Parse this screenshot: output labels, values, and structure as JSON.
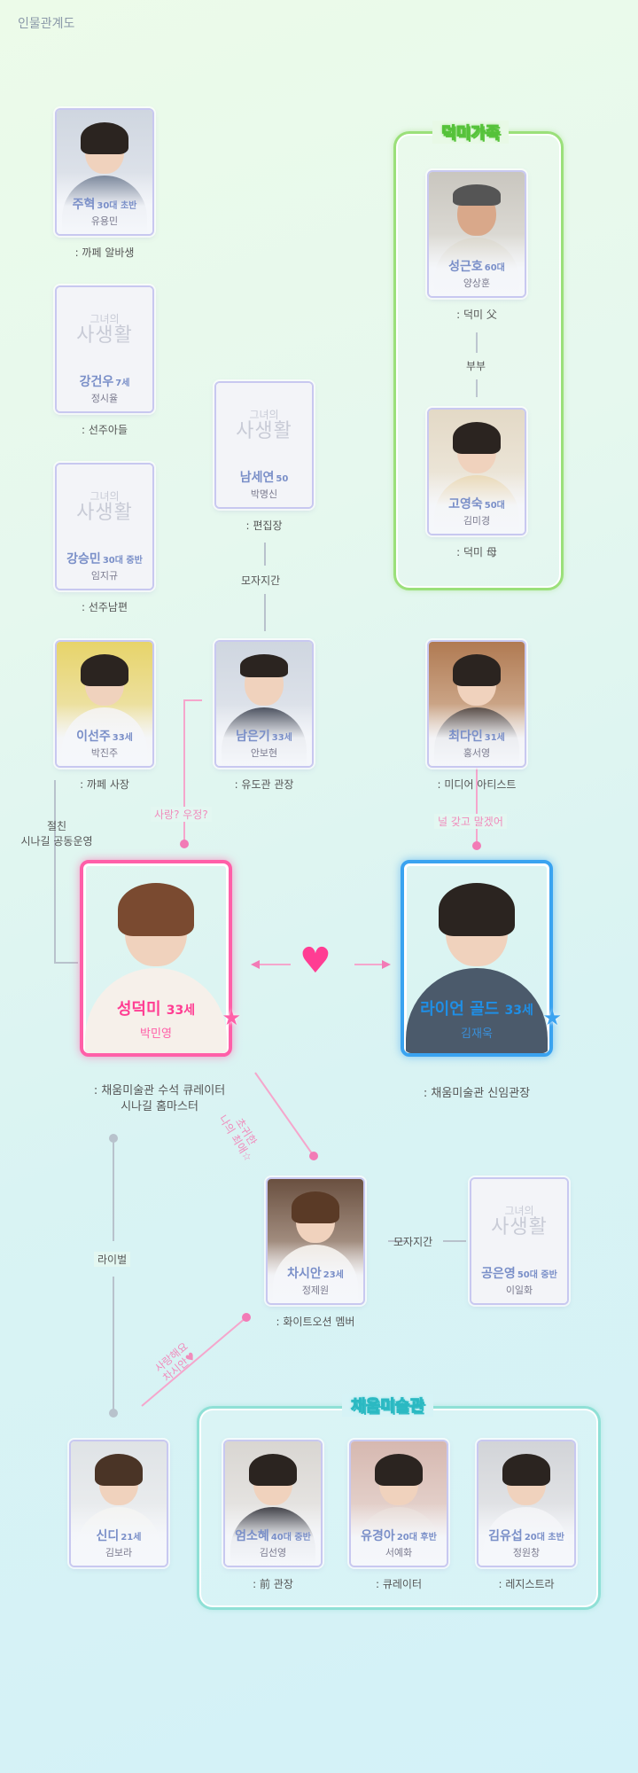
{
  "page_title": "인물관계도",
  "placeholder_logo": {
    "line1": "그녀의",
    "line2": "사생활"
  },
  "groups": {
    "deokmi_family": {
      "title": "덕미가족"
    },
    "chaeum_museum": {
      "title": "채움미술관"
    }
  },
  "characters": {
    "juhyuk": {
      "name": "주혁",
      "age": "30대 초반",
      "actor": "유용민",
      "role": ": 까페 알바생"
    },
    "kanggunwoo": {
      "name": "강건우",
      "age": "7세",
      "actor": "정시율",
      "role": ": 선주아들"
    },
    "kangseungmin": {
      "name": "강승민",
      "age": "30대 중반",
      "actor": "임지규",
      "role": ": 선주남편"
    },
    "leesunjoo": {
      "name": "이선주",
      "age": "33세",
      "actor": "박진주",
      "role": ": 까페 사장"
    },
    "namseyeon": {
      "name": "남세연",
      "age": "50",
      "actor": "박명신",
      "role": ": 편집장"
    },
    "namungi": {
      "name": "남은기",
      "age": "33세",
      "actor": "안보현",
      "role": ": 유도관 관장"
    },
    "sunggeunho": {
      "name": "성근호",
      "age": "60대",
      "actor": "양상훈",
      "role": ": 덕미 父"
    },
    "goyoungsook": {
      "name": "고영숙",
      "age": "50대",
      "actor": "김미경",
      "role": ": 덕미 母"
    },
    "choidain": {
      "name": "최다인",
      "age": "31세",
      "actor": "홍서영",
      "role": ": 미디어 아티스트"
    },
    "sungdeokmi": {
      "name": "성덕미",
      "age": "33세",
      "actor": "박민영",
      "role_line1": ": 채움미술관 수석 큐레이터",
      "role_line2": "시나길 홈마스터"
    },
    "ryangold": {
      "name": "라이언 골드",
      "age": "33세",
      "actor": "김재욱",
      "role": ": 채움미술관 신임관장"
    },
    "chasian": {
      "name": "차시안",
      "age": "23세",
      "actor": "정제원",
      "role": ": 화이트오션 멤버"
    },
    "gongeunyoung": {
      "name": "공은영",
      "age": "50대 중반",
      "actor": "이일화"
    },
    "sindi": {
      "name": "신디",
      "age": "21세",
      "actor": "김보라"
    },
    "eomsohye": {
      "name": "엄소혜",
      "age": "40대 중반",
      "actor": "김선영",
      "role": ": 前 관장"
    },
    "yugyunga": {
      "name": "유경아",
      "age": "20대 후반",
      "actor": "서예화",
      "role": ": 큐레이터"
    },
    "kimyuseop": {
      "name": "김유섭",
      "age": "20대 초반",
      "actor": "정원창",
      "role": ": 레지스트라"
    }
  },
  "relations": {
    "couple": "부부",
    "mother_son_1": "모자지간",
    "mother_son_2": "모자지간",
    "best_friend_line1": "절친",
    "best_friend_line2": "시나길 공동운영",
    "love_friendship": "사랑? 우정?",
    "gonna_take_you": "널 갖고 말겠어",
    "my_pick_line1": "초귀한",
    "my_pick_line2": "나의 최애☆",
    "rival": "라이벌",
    "love_sian_line1": "사랑해요",
    "love_sian_line2": "차시안♥"
  },
  "heart_symbol": "♥",
  "star_symbol": "★"
}
